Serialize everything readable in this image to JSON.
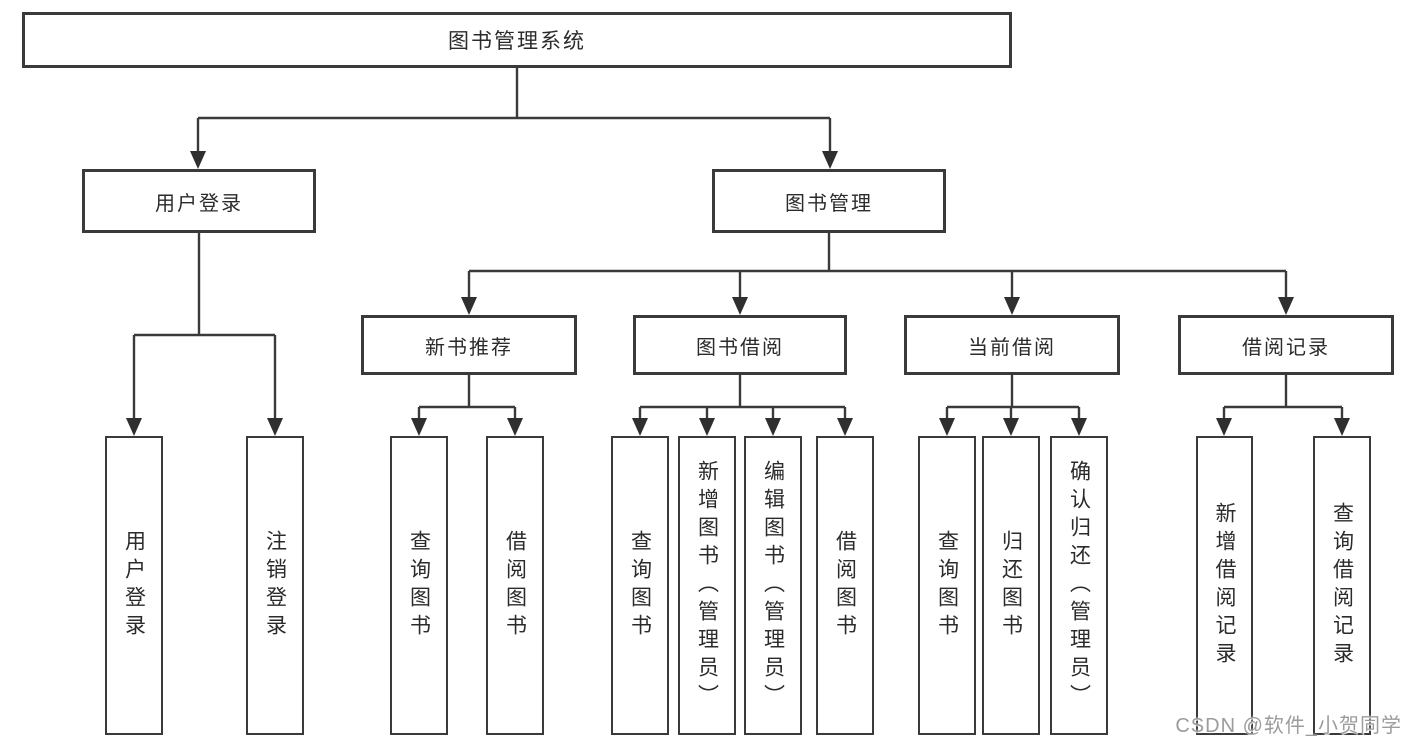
{
  "watermark": {
    "text": "CSDN @软件_小贺同学"
  },
  "colors": {
    "line": "#3a3a3a",
    "box_border": "#3a3a3a",
    "text": "#2b2b2b",
    "watermark": "#9c9c9c",
    "background": "#ffffff"
  },
  "tree": {
    "label": "图书管理系统",
    "children": [
      {
        "label": "用户登录",
        "children": [
          {
            "label": "用户登录"
          },
          {
            "label": "注销登录"
          }
        ]
      },
      {
        "label": "图书管理",
        "children": [
          {
            "label": "新书推荐",
            "children": [
              {
                "label": "查询图书"
              },
              {
                "label": "借阅图书"
              }
            ]
          },
          {
            "label": "图书借阅",
            "children": [
              {
                "label": "查询图书"
              },
              {
                "label": "新增图书（管理员）"
              },
              {
                "label": "编辑图书（管理员）"
              },
              {
                "label": "借阅图书"
              }
            ]
          },
          {
            "label": "当前借阅",
            "children": [
              {
                "label": "查询图书"
              },
              {
                "label": "归还图书"
              },
              {
                "label": "确认归还（管理员）"
              }
            ]
          },
          {
            "label": "借阅记录",
            "children": [
              {
                "label": "新增借阅记录"
              },
              {
                "label": "查询借阅记录"
              }
            ]
          }
        ]
      }
    ]
  }
}
